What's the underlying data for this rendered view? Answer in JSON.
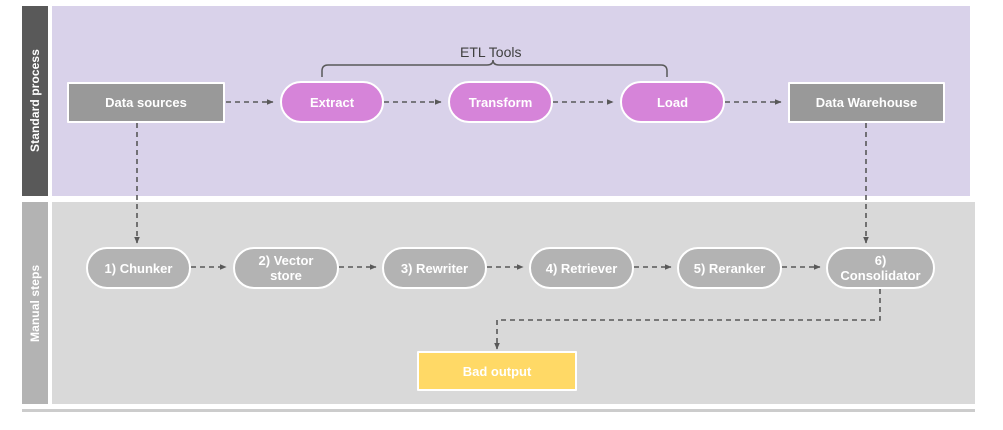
{
  "diagram": {
    "type": "flow-diagram",
    "lanes": [
      {
        "id": "standard-process",
        "label": "Standard process",
        "label_color": "#595959",
        "body_color": "#d9d2ea"
      },
      {
        "id": "manual-steps",
        "label": "Manual steps",
        "label_color": "#b3b3b3",
        "body_color": "#d9d9d9"
      }
    ],
    "annotations": {
      "etl_brace_label": "ETL Tools"
    },
    "standard_process_nodes": [
      {
        "id": "data-sources",
        "label": "Data sources",
        "shape": "rect",
        "color": "#999999"
      },
      {
        "id": "extract",
        "label": "Extract",
        "shape": "pill",
        "color": "#d684d9"
      },
      {
        "id": "transform",
        "label": "Transform",
        "shape": "pill",
        "color": "#d684d9"
      },
      {
        "id": "load",
        "label": "Load",
        "shape": "pill",
        "color": "#d684d9"
      },
      {
        "id": "data-warehouse",
        "label": "Data Warehouse",
        "shape": "rect",
        "color": "#999999"
      }
    ],
    "manual_steps_nodes": [
      {
        "id": "chunker",
        "label": "1) Chunker",
        "shape": "pill",
        "color": "#b3b3b3"
      },
      {
        "id": "vector-store",
        "label": "2) Vector store",
        "shape": "pill",
        "color": "#b3b3b3"
      },
      {
        "id": "rewriter",
        "label": "3) Rewriter",
        "shape": "pill",
        "color": "#b3b3b3"
      },
      {
        "id": "retriever",
        "label": "4) Retriever",
        "shape": "pill",
        "color": "#b3b3b3"
      },
      {
        "id": "reranker",
        "label": "5) Reranker",
        "shape": "pill",
        "color": "#b3b3b3"
      },
      {
        "id": "consolidator",
        "label": "6) Consolidator",
        "shape": "pill",
        "color": "#b3b3b3"
      }
    ],
    "output_node": {
      "id": "bad-output",
      "label": "Bad output",
      "shape": "rect",
      "color": "#ffd966"
    },
    "connector_color": "#595959",
    "connector_style": "dashed-with-arrowhead"
  }
}
